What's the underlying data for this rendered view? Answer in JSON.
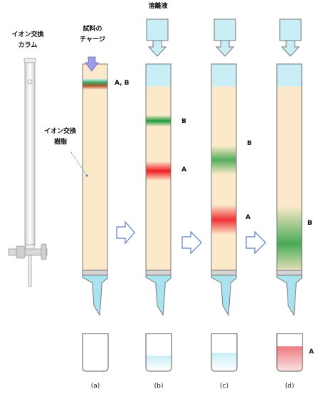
{
  "labels": {
    "column_title_line1": "イオン交換",
    "column_title_line2": "カラム",
    "sample_charge_line1": "試料の",
    "sample_charge_line2": "チャージ",
    "eluent": "溶離液",
    "resin_line1": "イオン交換",
    "resin_line2": "樹脂",
    "band_ab": "A, B",
    "panel_b_b": "B",
    "panel_b_a": "A",
    "panel_c_b": "B",
    "panel_c_a": "A",
    "panel_d_b": "B",
    "beaker_d_a": "A"
  },
  "panels": [
    {
      "caption": "(a)"
    },
    {
      "caption": "(b)"
    },
    {
      "caption": "(c)"
    },
    {
      "caption": "(d)"
    }
  ],
  "colors": {
    "resin": "#fbe9c9",
    "column_outline": "#777777",
    "eluent": "#c9eef6",
    "funnel": "#a9e3f0",
    "band_a": "#ee1c24",
    "band_b": "#1c9a3a",
    "band_ab": "#9a5a2a",
    "arrow_fill": "#ffffff",
    "arrow_stroke": "#5b7fc4",
    "charge_arrow": "#9b9be6",
    "frit": "#d4d4d4"
  }
}
